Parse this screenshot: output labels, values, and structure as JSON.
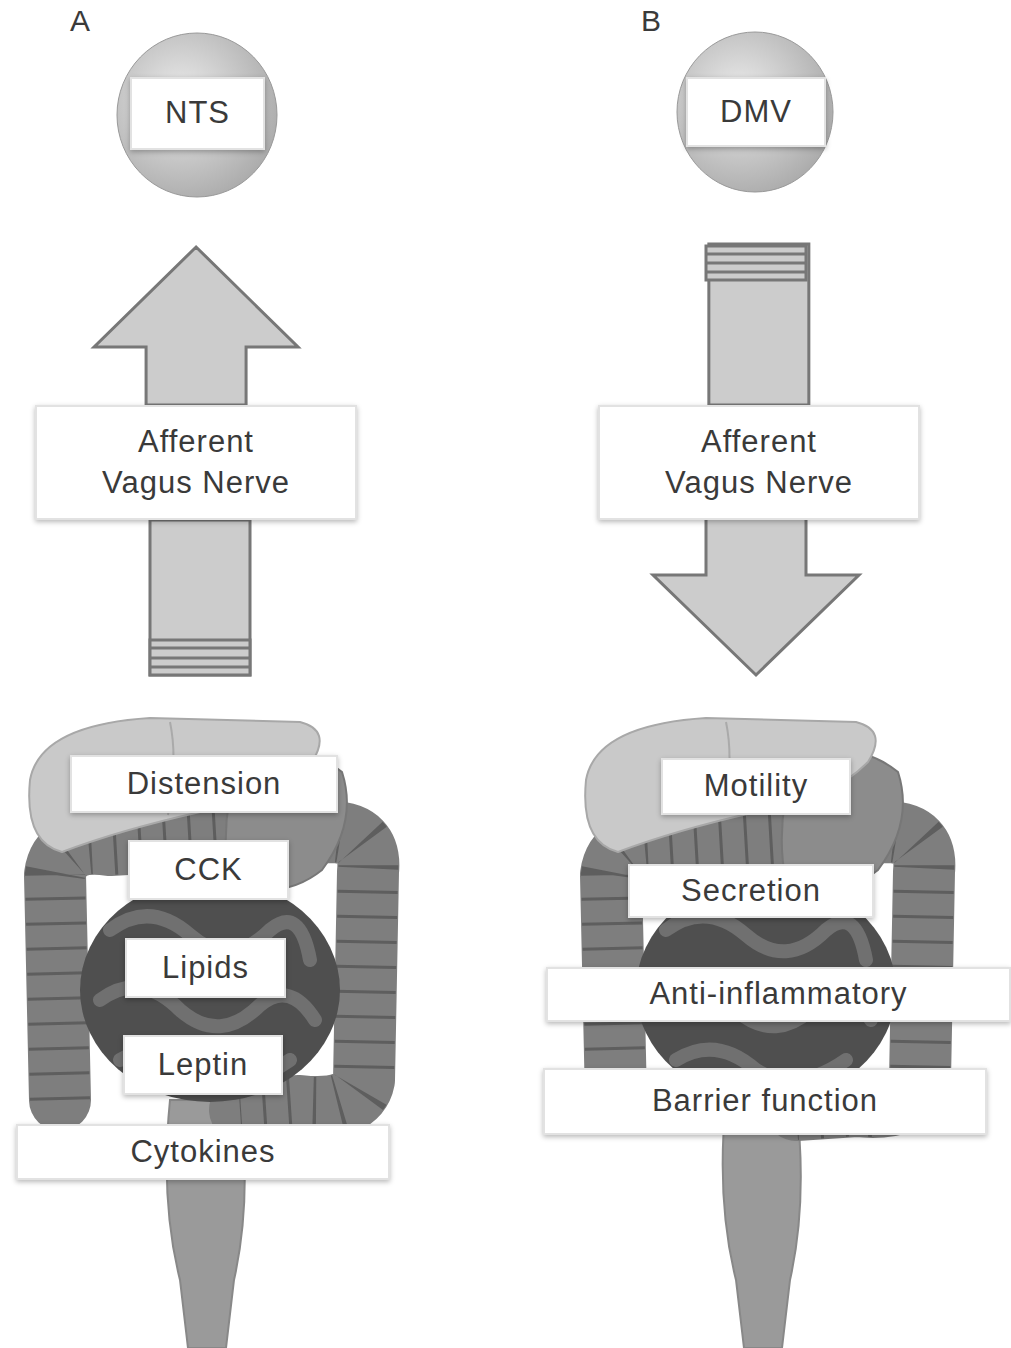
{
  "diagram": {
    "nodes": [
      {
        "text": [
          "NTS"
        ]
      },
      {
        "text": [
          "Afferent Vagus Nerve"
        ]
      },
      {
        "text": [
          "Distension"
        ]
      },
      {
        "text": [
          "CCK"
        ]
      },
      {
        "text": [
          "Lipids"
        ]
      },
      {
        "text": [
          "Leptin"
        ]
      },
      {
        "text": [
          "Cytokines"
        ]
      },
      {
        "text": [
          "DMV"
        ]
      },
      {
        "text": [
          "Afferent Vagus Nerve"
        ]
      },
      {
        "text": [
          "Motility"
        ]
      },
      {
        "text": [
          "Secretion"
        ]
      },
      {
        "text": [
          "Anti-inflammatory"
        ]
      },
      {
        "text": [
          "Barrier function"
        ]
      }
    ],
    "edges": [
      {
        "from": 1,
        "to": 0,
        "arrow": "to"
      },
      {
        "from": 7,
        "to": 8,
        "arrow": "none"
      }
    ],
    "labels": [
      "A",
      "B"
    ]
  }
}
